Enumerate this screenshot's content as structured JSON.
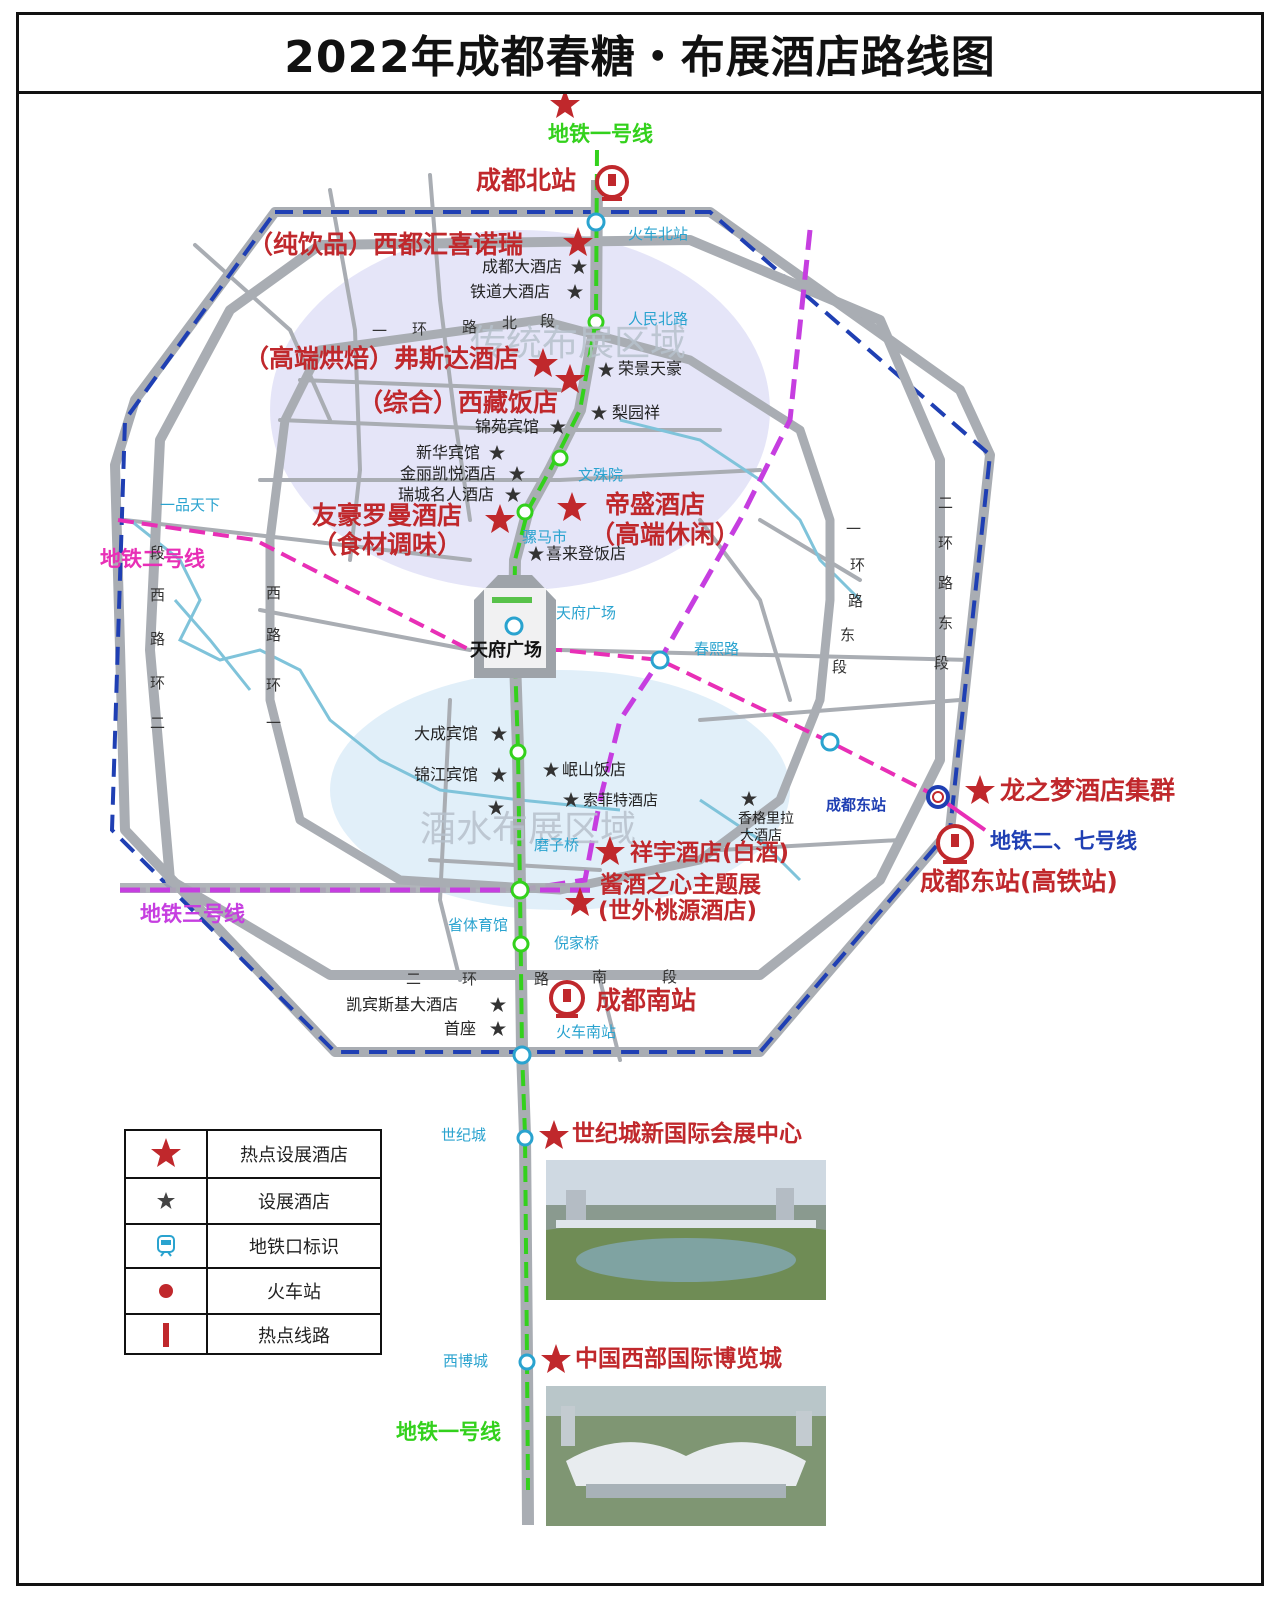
{
  "title": "2022年成都春糖・布展酒店路线图",
  "zones": {
    "traditional": "传统布展区域",
    "liquor": "酒水布展区域"
  },
  "metro_lines": {
    "line1_top": "地铁一号线",
    "line1_bottom": "地铁一号线",
    "line2": "地铁二号线",
    "line3": "地铁三号线",
    "line2_7": "地铁二、七号线"
  },
  "railway_stations": {
    "north": "成都北站",
    "east": "成都东站(高铁站)",
    "south": "成都南站"
  },
  "subway_stations": {
    "huochebeizhan": "火车北站",
    "renminbeilu": "人民北路",
    "wenshuyuan": "文殊院",
    "luomashi": "骡马市",
    "tianfuguangchang": "天府广场",
    "chunxilu": "春熙路",
    "yipintianxia": "一品天下",
    "chengdudongzhan": "成都东站",
    "moziqiao": "磨子桥",
    "shengtiyuguan": "省体育馆",
    "nijiaqiao": "倪家桥",
    "huochenanzhan": "火车南站",
    "shijicheng": "世纪城",
    "xibocheng": "西博城"
  },
  "landmark": "天府广场",
  "hot_hotels": {
    "xidu": "（纯饮品）西都汇喜诺瑞",
    "fusida": "（高端烘焙）弗斯达酒店",
    "xizang": "（综合）西藏饭店",
    "youhao_1": "友豪罗曼酒店",
    "youhao_2": "（食材调味）",
    "disheng_1": "帝盛酒店",
    "disheng_2": "（高端休闲）",
    "longzhimeng": "龙之梦酒店集群",
    "xiangyu": "祥宇酒店(白酒)",
    "jiangjiu_1": "酱酒之心主题展",
    "jiangjiu_2": "(世外桃源酒店)",
    "shijicheng_expo": "世纪城新国际会展中心",
    "xibo_expo": "中国西部国际博览城"
  },
  "hotels": {
    "chengdu": "成都大酒店",
    "tiedao": "铁道大酒店",
    "rongjing": "荣景天豪",
    "liyuanxiang": "梨园祥",
    "jinyuan": "锦苑宾馆",
    "xinhua": "新华宾馆",
    "jinlikaiyue": "金丽凯悦酒店",
    "ruicheng": "瑞城名人酒店",
    "xilaideng": "喜来登饭店",
    "dacheng": "大成宾馆",
    "jinjiang": "锦江宾馆",
    "minshan": "岷山饭店",
    "sofitel": "索菲特酒店",
    "shangrila_1": "香格里拉",
    "shangrila_2": "大酒店",
    "kempinski": "凯宾斯基大酒店",
    "shouzuo": "首座"
  },
  "roads": {
    "r1_north": [
      "一",
      "环",
      "路",
      "北",
      "段"
    ],
    "r1_east": [
      "一",
      "环",
      "路",
      "东",
      "段"
    ],
    "r1_west": [
      "一",
      "环",
      "路",
      "西"
    ],
    "r2_east": [
      "二",
      "环",
      "路",
      "东",
      "段"
    ],
    "r2_west": [
      "二",
      "环",
      "路",
      "西",
      "段"
    ],
    "r2_south": [
      "二",
      "环",
      "路",
      "南",
      "段"
    ]
  },
  "legend": [
    {
      "icon": "large-red-star-icon",
      "label": "热点设展酒店"
    },
    {
      "icon": "small-gray-star-icon",
      "label": "设展酒店"
    },
    {
      "icon": "subway-entrance-icon",
      "label": "地铁口标识"
    },
    {
      "icon": "red-dot-icon",
      "label": "火车站"
    },
    {
      "icon": "red-bar-icon",
      "label": "热点线路"
    }
  ],
  "colors": {
    "hot_red": "#c0282c",
    "metro_green": "#33d11c",
    "metro_purple": "#c63ee0",
    "metro_magenta": "#e82fb6",
    "metro_blue": "#1f3fb3",
    "ring_road": "#9fa4ab",
    "river": "#7fc3da",
    "station_cyan": "#2aa3cf"
  }
}
